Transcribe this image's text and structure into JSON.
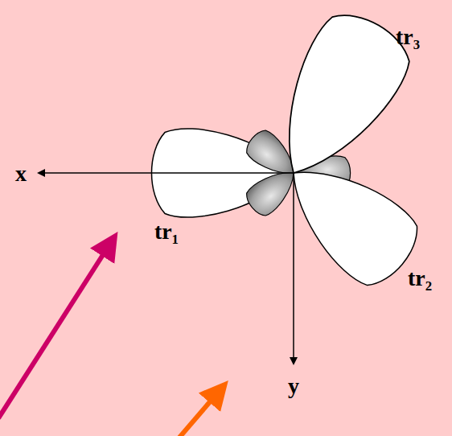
{
  "diagram": {
    "labels": [
      "tr₃",
      "x",
      "tr₁",
      "tr₂",
      "y"
    ]
  }
}
